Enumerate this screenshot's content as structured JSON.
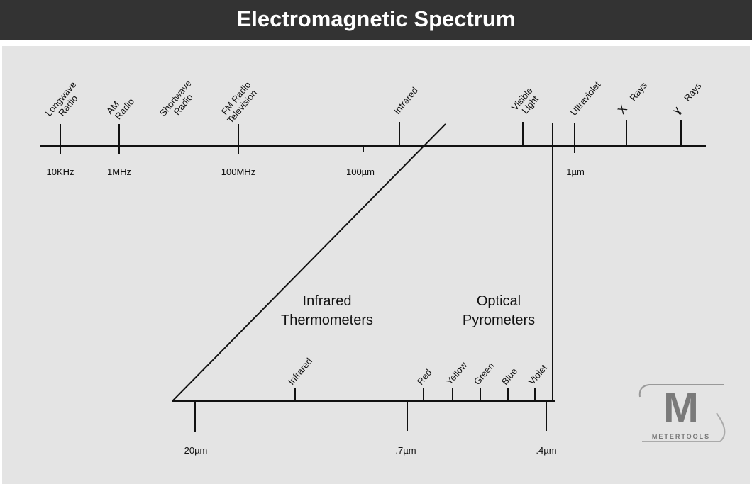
{
  "header": {
    "title": "Electromagnetic Spectrum"
  },
  "top_axis": {
    "bands": [
      {
        "lines": [
          "Longwave",
          "Radio"
        ]
      },
      {
        "lines": [
          "AM",
          "Radio"
        ]
      },
      {
        "lines": [
          "Shortwave",
          "Radio"
        ]
      },
      {
        "lines": [
          "FM Radio",
          "Television"
        ]
      },
      {
        "lines": [
          "Infrared"
        ]
      },
      {
        "lines": [
          "Visible",
          "Light"
        ]
      },
      {
        "lines": [
          "Ultraviolet"
        ]
      },
      {
        "lines": [
          "X",
          "Rays"
        ]
      },
      {
        "lines": [
          "ɣ",
          "Rays"
        ]
      }
    ],
    "ticks": [
      "10KHz",
      "1MHz",
      "100MHz",
      "100µm",
      "1µm"
    ]
  },
  "regions": {
    "infrared": [
      "Infrared",
      "Thermometers"
    ],
    "optical": [
      "Optical",
      "Pyrometers"
    ]
  },
  "bottom_axis": {
    "bands": [
      "Infrared",
      "Red",
      "Yellow",
      "Green",
      "Blue",
      "Violet"
    ],
    "ticks": [
      "20µm",
      ".7µm",
      ".4µm"
    ]
  },
  "logo": {
    "letter": "M",
    "name": "METERTOOLS"
  }
}
